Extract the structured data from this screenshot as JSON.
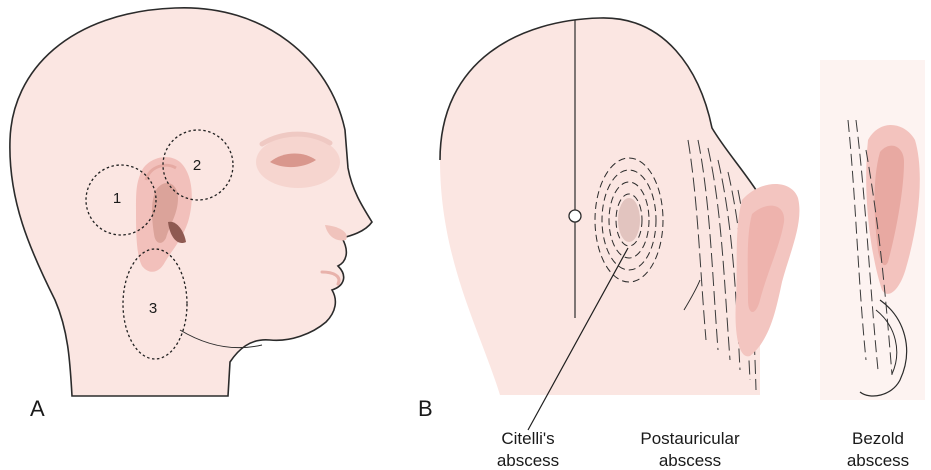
{
  "panels": [
    {
      "id": "A",
      "label": "A"
    },
    {
      "id": "B",
      "label": "B"
    }
  ],
  "regions": [
    {
      "number": "1"
    },
    {
      "number": "2"
    },
    {
      "number": "3"
    }
  ],
  "captions": {
    "citelli": {
      "line1": "Citelli's",
      "line2": "abscess"
    },
    "postauricular": {
      "line1": "Postauricular",
      "line2": "abscess"
    },
    "bezold": {
      "line1": "Bezold",
      "line2": "abscess"
    }
  },
  "colors": {
    "skin": "#fbe6e2",
    "ear": "#f2c0bb",
    "ear_dark": "#c98d83",
    "outline": "#2b2b2b"
  }
}
